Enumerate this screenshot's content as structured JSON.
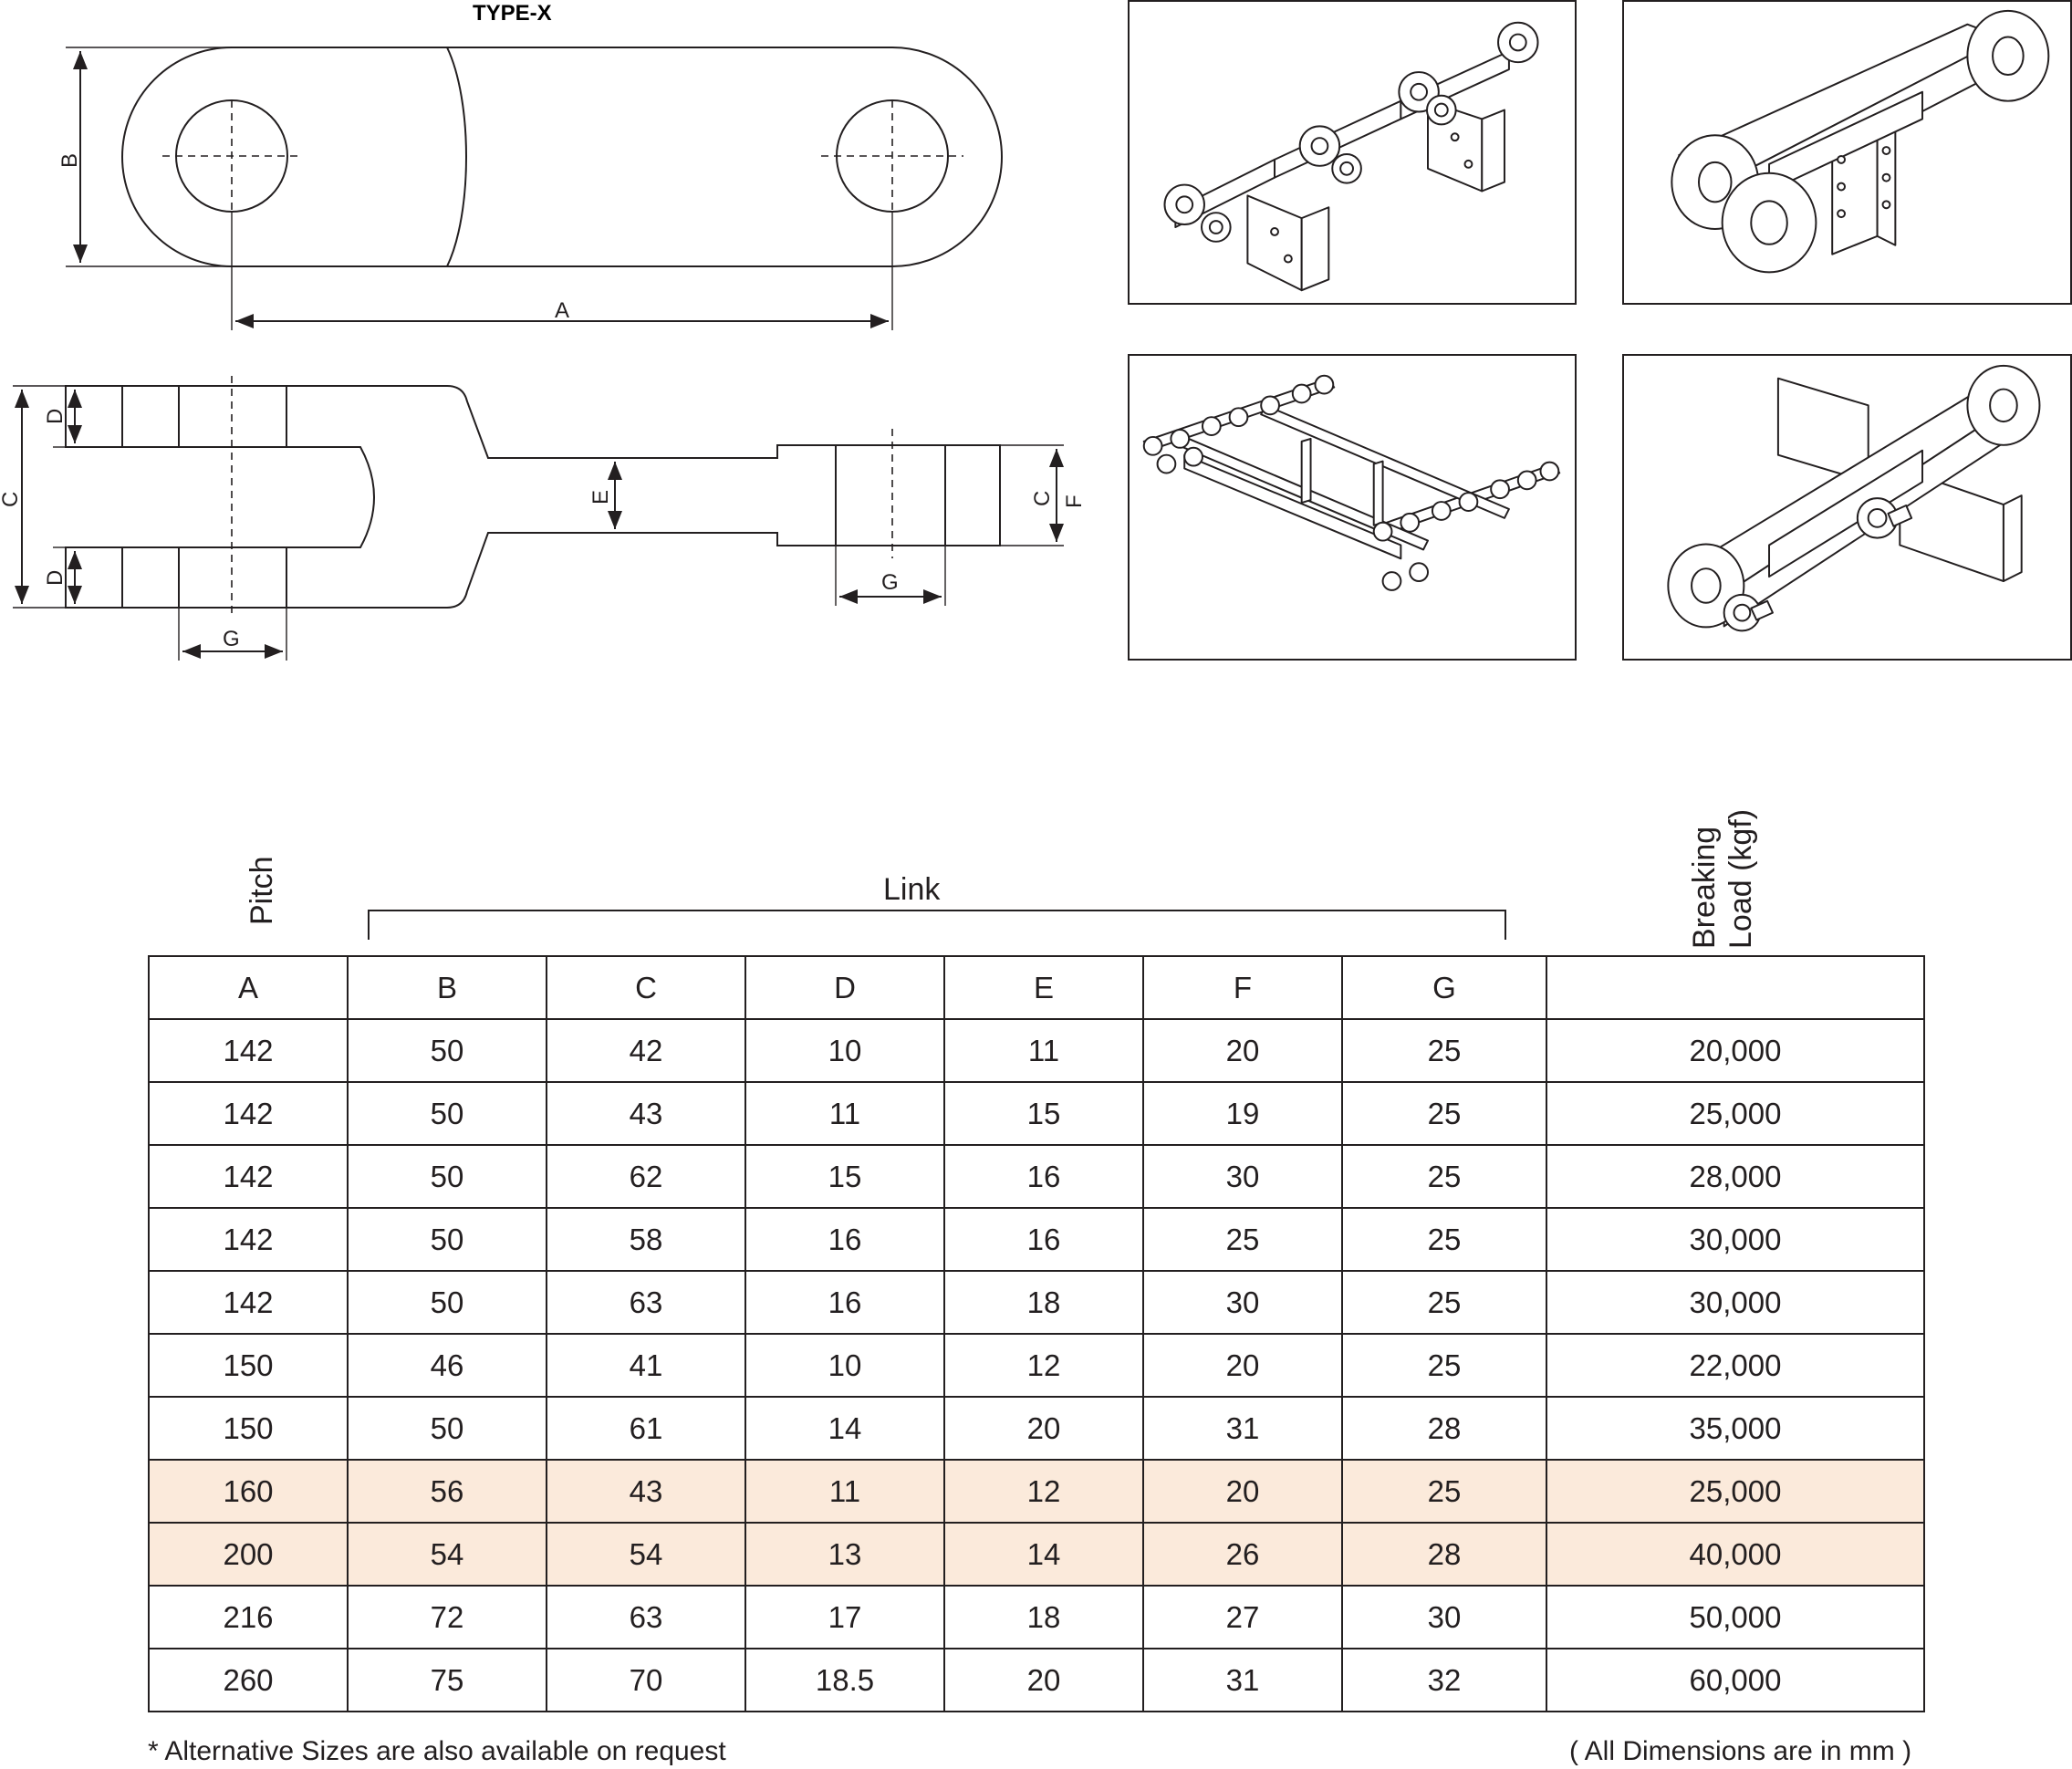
{
  "drawing": {
    "title": "TYPE-X",
    "dim_labels": {
      "A": "A",
      "B": "B",
      "C": "C",
      "D": "D",
      "E": "E",
      "F": "F",
      "G": "G"
    }
  },
  "photos": [
    {
      "name": "chain-with-attachments-photo"
    },
    {
      "name": "forged-link-closeup-photo"
    },
    {
      "name": "twin-strand-scraper-chain-photo"
    },
    {
      "name": "link-with-wing-attachments-photo"
    }
  ],
  "table": {
    "pitch_label": "Pitch",
    "link_label": "Link",
    "breaking_label_line1": "Breaking",
    "breaking_label_line2": "Load (kgf)",
    "columns": [
      "A",
      "B",
      "C",
      "D",
      "E",
      "F",
      "G",
      ""
    ],
    "rows": [
      [
        "142",
        "50",
        "42",
        "10",
        "11",
        "20",
        "25",
        "20,000"
      ],
      [
        "142",
        "50",
        "43",
        "11",
        "15",
        "19",
        "25",
        "25,000"
      ],
      [
        "142",
        "50",
        "62",
        "15",
        "16",
        "30",
        "25",
        "28,000"
      ],
      [
        "142",
        "50",
        "58",
        "16",
        "16",
        "25",
        "25",
        "30,000"
      ],
      [
        "142",
        "50",
        "63",
        "16",
        "18",
        "30",
        "25",
        "30,000"
      ],
      [
        "150",
        "46",
        "41",
        "10",
        "12",
        "20",
        "25",
        "22,000"
      ],
      [
        "150",
        "50",
        "61",
        "14",
        "20",
        "31",
        "28",
        "35,000"
      ],
      [
        "160",
        "56",
        "43",
        "11",
        "12",
        "20",
        "25",
        "25,000"
      ],
      [
        "200",
        "54",
        "54",
        "13",
        "14",
        "26",
        "28",
        "40,000"
      ],
      [
        "216",
        "72",
        "63",
        "17",
        "18",
        "27",
        "30",
        "50,000"
      ],
      [
        "260",
        "75",
        "70",
        "18.5",
        "20",
        "31",
        "32",
        "60,000"
      ]
    ],
    "highlighted_rows": [
      7,
      8
    ],
    "highlight_color": "#fbeadb"
  },
  "footer": {
    "note": "* Alternative Sizes are also available on request",
    "units": "( All Dimensions are in mm )"
  }
}
